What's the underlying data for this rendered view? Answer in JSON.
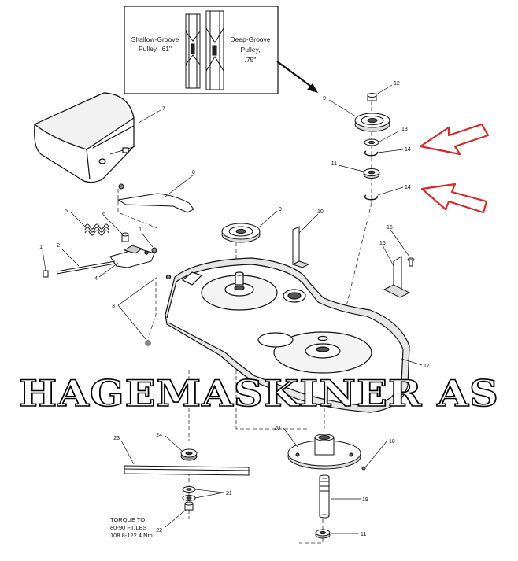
{
  "inset": {
    "shallow_label_line1": "Shallow-Groove",
    "shallow_label_line2": "Pulley, .61\"",
    "deep_label_line1": "Deep-Groove",
    "deep_label_line2": "Pulley,",
    "deep_label_line3": ".75\""
  },
  "callouts": {
    "c1a": "1",
    "c1b": "1",
    "c2": "2",
    "c3": "3",
    "c4": "4",
    "c5": "5",
    "c6": "6",
    "c7": "7",
    "c8": "8",
    "c9a": "9",
    "c9b": "9",
    "c10": "10",
    "c11a": "11",
    "c11b": "11",
    "c12": "12",
    "c13": "13",
    "c14a": "14",
    "c14b": "14",
    "c15": "15",
    "c16": "16",
    "c17": "17",
    "c18": "18",
    "c19": "19",
    "c20": "20",
    "c21": "21",
    "c22": "22",
    "c23": "23",
    "c24": "24"
  },
  "torque": {
    "line1": "TORQUE TO",
    "line2": "80-90 FT/LBS",
    "line3": "108.8-122.4 Nm"
  },
  "watermark": "HAGEMASKINER AS",
  "colors": {
    "line": "#111111",
    "highlight_arrow": "#d42a2a",
    "deck_shade": "#e6e6e6"
  }
}
